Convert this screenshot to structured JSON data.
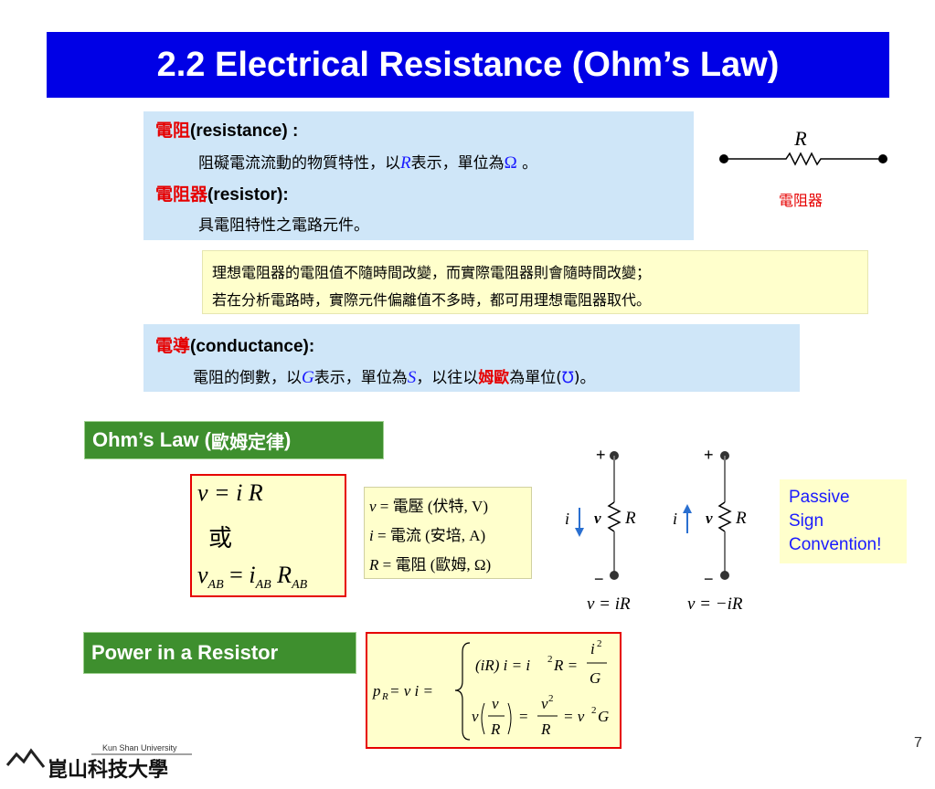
{
  "title": "2.2  Electrical Resistance (Ohm’s Law)",
  "resistance": {
    "term1_cjk": "電阻",
    "term1_en": "(resistance) :",
    "def1_pre": "阻礙電流流動的物質特性，以",
    "def1_symbol": "R",
    "def1_mid": "表示，單位為",
    "def1_unit": "Ω",
    "def1_post": " 。",
    "term2_cjk": "電阻器",
    "term2_en": "(resistor):",
    "def2": "具電阻特性之電路元件。"
  },
  "resistor_symbol": {
    "label": "R",
    "caption": "電阻器"
  },
  "note": {
    "line1": "理想電阻器的電阻值不隨時間改變，而實際電阻器則會隨時間改變；",
    "line2": "若在分析電路時，實際元件偏離值不多時，都可用理想電阻器取代。"
  },
  "conductance": {
    "term_cjk": "電導",
    "term_en": "(conductance):",
    "def_pre": "電阻的倒數，以",
    "def_symbol": "G",
    "def_mid": "表示，單位為",
    "def_unit": "S",
    "def_mid2": "，以往以",
    "def_old_unit": "姆歐",
    "def_post1": "為單位(",
    "def_mho": "℧",
    "def_post2": ")。"
  },
  "ohm_law": {
    "label_en": "Ohm’s Law (",
    "label_cjk": "歐姆定律",
    "label_end": ")",
    "eq1": "v = i R",
    "or_text": "或",
    "eq2_v": "v",
    "eq2_eq": " = ",
    "eq2_i": "i",
    "eq2_R": "R",
    "subscript": "AB"
  },
  "symbols": {
    "v_sym": "v",
    "v_def": " = 電壓 (伏特, V)",
    "i_sym": "i",
    "i_def": " = 電流 (安培, A)",
    "R_sym": "R",
    "R_def": " = 電阻 (歐姆, Ω)"
  },
  "circuits": {
    "plus": "+",
    "minus": "−",
    "i_label": "i",
    "v_label": "v",
    "R_label": "R",
    "eq_left": "v = iR",
    "eq_right": "v = −iR"
  },
  "passive": {
    "line1": "Passive",
    "line2": "Sign",
    "line3": "Convention!"
  },
  "power": {
    "label": "Power in a Resistor",
    "lhs": "p",
    "lhs_sub": "R",
    "lhs_rest": " = v i =",
    "row1_left": "(iR) i = i",
    "row1_sup": "2",
    "row1_mid": "R =",
    "frac1_num": "i",
    "frac1_num_sup": "2",
    "frac1_den": "G",
    "row2_v": "v",
    "frac2_num": "v",
    "frac2_den": "R",
    "row2_eq": "=",
    "frac3_num": "v",
    "frac3_num_sup": "2",
    "frac3_den": "R",
    "row2_tail": "= v",
    "row2_tail_sup": "2",
    "row2_tail_G": "G"
  },
  "footer": {
    "university": "Kun Shan University",
    "logo_cjk": "崑山科技大學",
    "page": "7"
  }
}
